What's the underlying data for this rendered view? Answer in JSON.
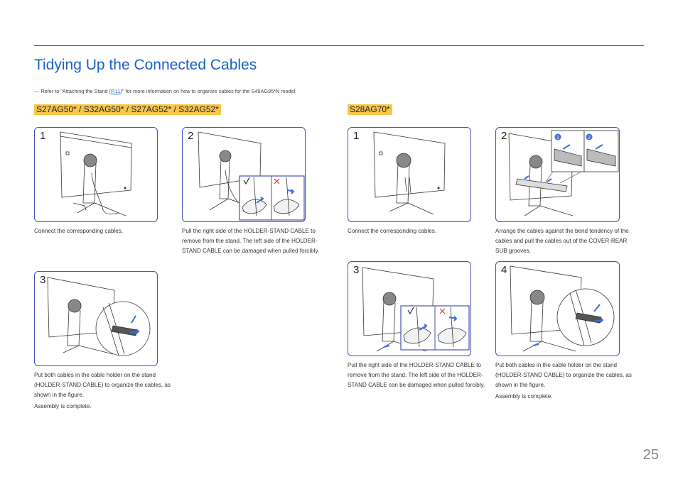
{
  "page": {
    "title": "Tidying Up the Connected Cables",
    "note_mark": "―",
    "note_prefix": "Refer to \"Attaching the Stand (",
    "note_link": "P.11",
    "note_suffix": ")\" for more information on how to organize cables for the S49AG95*N model.",
    "page_number": "25"
  },
  "left_section": {
    "header": "S27AG50* / S32AG50* / S27AG52* / S32AG52*",
    "steps": [
      {
        "num": "1",
        "caption": "Connect the corresponding cables."
      },
      {
        "num": "2",
        "caption": "Pull the right side of the HOLDER-STAND CABLE to remove from the stand. The left side of the HOLDER-STAND CABLE can be damaged when pulled forcibly."
      },
      {
        "num": "3",
        "caption": "Put both cables in the cable holder on the stand (HOLDER-STAND CABLE) to organize the cables, as shown in the figure.",
        "extra": "Assembly is complete."
      }
    ]
  },
  "right_section": {
    "header": "S28AG70*",
    "steps": [
      {
        "num": "1",
        "caption": "Connect the corresponding cables."
      },
      {
        "num": "2",
        "caption": "Arrange the cables against the bend tendency of the cables and pull the cables out of the COVER-REAR SUB grooves.",
        "badges": [
          "1",
          "2"
        ]
      },
      {
        "num": "3",
        "caption": "Pull the right side of the HOLDER-STAND CABLE to remove from the stand. The left side of the HOLDER-STAND CABLE can be damaged when pulled forcibly."
      },
      {
        "num": "4",
        "caption": "Put both cables in the cable holder on the stand (HOLDER-STAND CABLE) to organize the cables, as shown in the figure.",
        "extra": "Assembly is complete."
      }
    ]
  },
  "colors": {
    "accent": "#1a62c4",
    "highlight": "#f5c64a",
    "frame": "#4a4fb5",
    "arrow": "#3a6fd8",
    "wrong": "#d33"
  },
  "icons": [
    "check-icon",
    "cross-icon",
    "arrow-icon"
  ]
}
